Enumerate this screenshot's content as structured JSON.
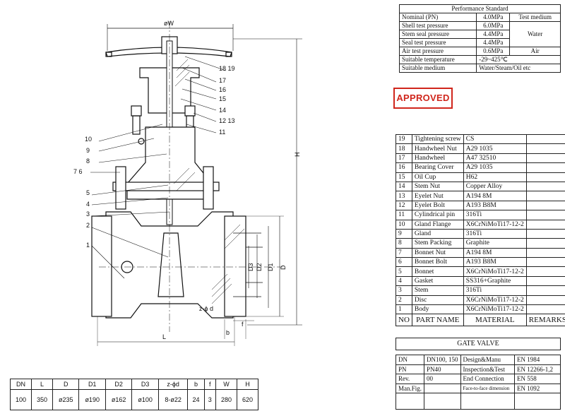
{
  "approved_stamp": "APPROVED",
  "performance": {
    "title": "Performance Standard",
    "rows": [
      {
        "label": "Nominal  (PN)",
        "value": "4.0MPa",
        "medium": "Test medium"
      },
      {
        "label": "Shell test pressure",
        "value": "6.0MPa",
        "medium": ""
      },
      {
        "label": "Stem seal pressure",
        "value": "4.4MPa",
        "medium": "Water"
      },
      {
        "label": "Seal test pressure",
        "value": "4.4MPa",
        "medium": ""
      },
      {
        "label": "Air test pressure",
        "value": "0.6MPa",
        "medium": "Air"
      },
      {
        "label": "Suitable temperature",
        "value": "-29~425℃",
        "medium": ""
      },
      {
        "label": "Suitable medium",
        "value": "Water/Steam/Oil etc",
        "medium": ""
      }
    ]
  },
  "parts": {
    "headers": {
      "no": "NO",
      "name": "PART NAME",
      "material": "MATERIAL",
      "remarks": "REMARKS"
    },
    "rows": [
      {
        "no": "19",
        "name": "Tightening screw",
        "material": "CS"
      },
      {
        "no": "18",
        "name": "Handwheel Nut",
        "material": "A29 1035"
      },
      {
        "no": "17",
        "name": "Handwheel",
        "material": "A47 32510"
      },
      {
        "no": "16",
        "name": "Bearing Cover",
        "material": "A29 1035"
      },
      {
        "no": "15",
        "name": "Oil Cup",
        "material": "H62"
      },
      {
        "no": "14",
        "name": "Stem Nut",
        "material": "Copper Alloy"
      },
      {
        "no": "13",
        "name": "Eyelet Nut",
        "material": "A194 8M"
      },
      {
        "no": "12",
        "name": "Eyelet Bolt",
        "material": "A193 B8M"
      },
      {
        "no": "11",
        "name": "Cylindrical pin",
        "material": "316Ti"
      },
      {
        "no": "10",
        "name": "Gland Flange",
        "material": "X6CrNiMoTi17-12-2"
      },
      {
        "no": "9",
        "name": "Gland",
        "material": "316Ti"
      },
      {
        "no": "8",
        "name": "Stem Packing",
        "material": "Graphite"
      },
      {
        "no": "7",
        "name": "Bonnet Nut",
        "material": "A194 8M"
      },
      {
        "no": "6",
        "name": "Bonnet Bolt",
        "material": "A193 B8M"
      },
      {
        "no": "5",
        "name": "Bonnet",
        "material": "X6CrNiMoTi17-12-2"
      },
      {
        "no": "4",
        "name": "Gasket",
        "material": "SS316+Graphite"
      },
      {
        "no": "3",
        "name": "Stem",
        "material": "316Ti"
      },
      {
        "no": "2",
        "name": "Disc",
        "material": "X6CrNiMoTi17-12-2"
      },
      {
        "no": "1",
        "name": "Body",
        "material": "X6CrNiMoTi17-12-2"
      }
    ]
  },
  "title_block": {
    "title": "GATE VALVE",
    "rows": [
      {
        "k1": "DN",
        "v1": "DN100, 150",
        "k2": "Design&Manu",
        "v2": "EN 1984"
      },
      {
        "k1": "PN",
        "v1": "PN40",
        "k2": "Inspection&Test",
        "v2": "EN 12266-1,2"
      },
      {
        "k1": "Rev.",
        "v1": "00",
        "k2": "End Connection",
        "v2": "EN 558"
      },
      {
        "k1": "Man.Fig.",
        "v1": "",
        "k2": "Face-to-face dimension",
        "v2": "EN 1092"
      }
    ]
  },
  "dimensions": {
    "headers": [
      "DN",
      "L",
      "D",
      "D1",
      "D2",
      "D3",
      "z-ϕd",
      "b",
      "f",
      "W",
      "H"
    ],
    "values": [
      "100",
      "350",
      "ø235",
      "ø190",
      "ø162",
      "ø100",
      "8-ø22",
      "24",
      "3",
      "280",
      "620"
    ]
  },
  "drawing_labels": {
    "w": "øW",
    "h": "H",
    "l": "L",
    "d": "D",
    "d1": "D1",
    "d2": "D2",
    "d3": "D3",
    "b": "b",
    "f": "f",
    "zd": "z-ϕ d",
    "callouts": [
      "18  19",
      "17",
      "16",
      "15",
      "14",
      "12  13",
      "11",
      "10",
      "9",
      "8",
      "7  6",
      "5",
      "4",
      "3",
      "2",
      "1"
    ]
  }
}
